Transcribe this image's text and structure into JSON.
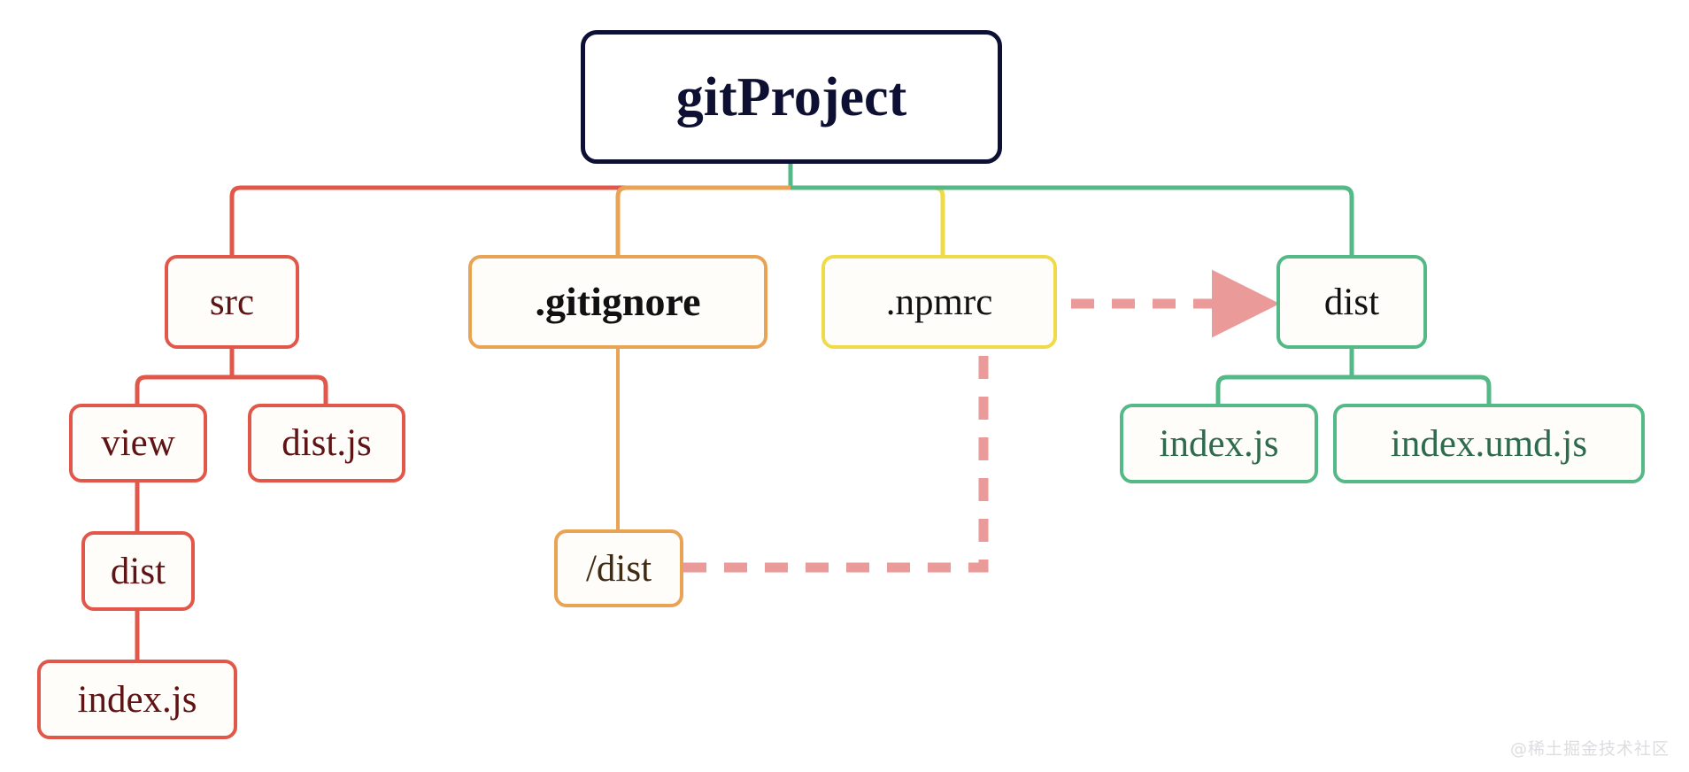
{
  "diagram": {
    "type": "tree",
    "title_node": "gitProject",
    "watermark": "@稀土掘金技术社区",
    "colors": {
      "root": "#0d1033",
      "red": "#e1574a",
      "orange": "#e8a355",
      "yellow": "#efdb4a",
      "green": "#54b887",
      "arrow": "#eb9a9a",
      "red_text": "#5e1414",
      "green_text": "#2e6b4c",
      "background": "#ffffff"
    },
    "nodes": {
      "root": "gitProject",
      "src": "src",
      "gitignore": ".gitignore",
      "npmrc": ".npmrc",
      "dist_root": "dist",
      "view": "view",
      "dist_js": "dist.js",
      "dist_under_view": "dist",
      "index_js_red": "index.js",
      "slash_dist": "/dist",
      "index_js_green": "index.js",
      "index_umd_js": "index.umd.js"
    },
    "edges": [
      {
        "from": "root",
        "to": "src",
        "color": "red"
      },
      {
        "from": "root",
        "to": "gitignore",
        "color": "orange"
      },
      {
        "from": "root",
        "to": "npmrc",
        "color": "yellow"
      },
      {
        "from": "root",
        "to": "dist_root",
        "color": "green"
      },
      {
        "from": "src",
        "to": "view",
        "color": "red"
      },
      {
        "from": "src",
        "to": "dist_js",
        "color": "red"
      },
      {
        "from": "view",
        "to": "dist_under_view",
        "color": "red"
      },
      {
        "from": "dist_under_view",
        "to": "index_js_red",
        "color": "red"
      },
      {
        "from": "gitignore",
        "to": "slash_dist",
        "color": "orange"
      },
      {
        "from": "dist_root",
        "to": "index_js_green",
        "color": "green"
      },
      {
        "from": "dist_root",
        "to": "index_umd_js",
        "color": "green"
      },
      {
        "from": "slash_dist",
        "to": "dist_root",
        "color": "arrow",
        "style": "dashed",
        "arrowhead": true
      }
    ]
  }
}
